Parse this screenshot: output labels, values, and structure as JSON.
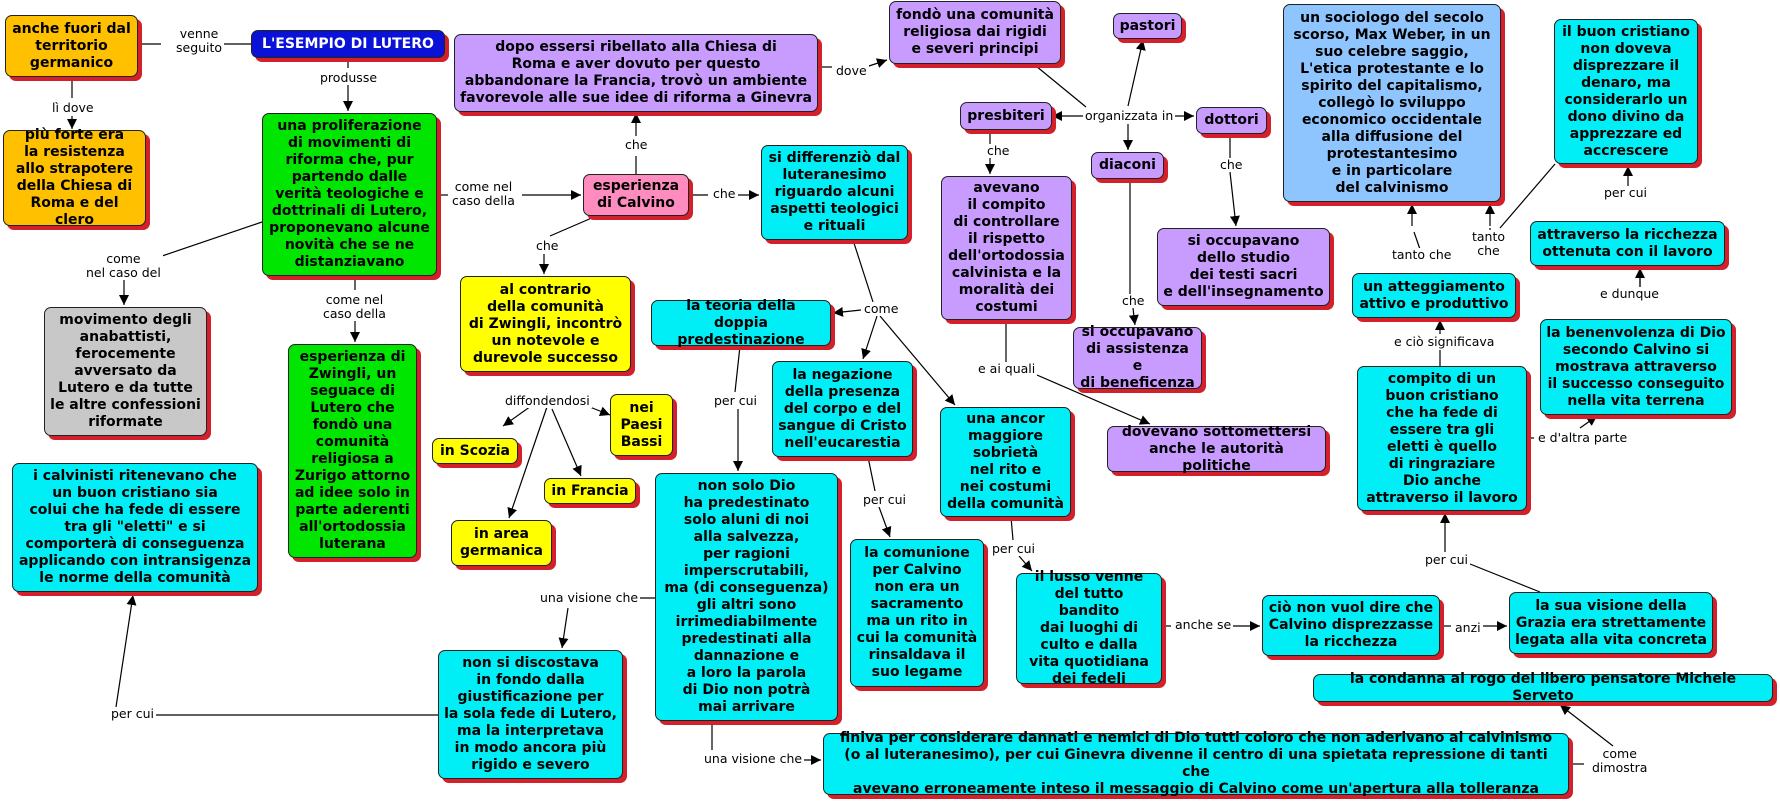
{
  "colors": {
    "blue": "#0a12d8",
    "orange": "#ffc000",
    "green": "#00e600",
    "gray": "#c8c8c8",
    "violet": "#c89bff",
    "pink": "#ff8cbe",
    "cyan": "#00eef5",
    "yellow": "#ffff00",
    "lightblue": "#8fc5ff",
    "shadow": "#d3202a",
    "line": "#000000"
  },
  "nodes": {
    "lutero": "L'ESEMPIO DI LUTERO",
    "fuori": "anche fuori dal\nterritorio\ngermanico",
    "resistenza": "più forte era\nla resistenza\nallo strapotere\ndella Chiesa di\nRoma e del clero",
    "proliferazione": "una proliferazione\ndi movimenti di\nriforma che, pur\npartendo dalle\nverità teologiche e\ndottrinali di Lutero,\nproponevano alcune\nnovità che se ne\ndistanziavano",
    "anabattisti": "movimento degli\nanabattisti,\nferocemente\navversato da\nLutero e da tutte\nle altre confessioni\nriformate",
    "zwingli": "esperienza di\nZwingli, un\nseguace di\nLutero che\nfondò una\ncomunità\nreligiosa a\nZurigo attorno\nad idee solo in\nparte aderenti\nall'ortodossia\nluterana",
    "calvinisti": "i calvinisti ritenevano che\nun buon cristiano sia\ncolui che ha fede di essere\ntra gli \"eletti\" e si\ncomporterà di conseguenza\napplicando con intransigenza\nle norme della comunità",
    "ginevra": "dopo essersi ribellato alla Chiesa di\nRoma e aver dovuto per questo\nabbandonare la Francia, trovò un ambiente\nfavorevole alle sue idee di riforma a Ginevra",
    "fondo": "fondò una comunità\nreligiosa dai rigidi\ne severi principi",
    "calvino": "esperienza\ndi Calvino",
    "contrario": "al contrario\ndella comunità\ndi Zwingli, incontrò\nun notevole e\ndurevole successo",
    "scozia": "in Scozia",
    "paesi": "nei\nPaesi\nBassi",
    "francia": "in Francia",
    "germanica": "in area\ngermanica",
    "differenzio": "si differenziò dal\nluteranesimo\nriguardo alcuni\naspetti teologici\ne rituali",
    "predestinazione": "la teoria della doppia\npredestinazione",
    "negazione": "la negazione\ndella presenza\ndel corpo e del\nsangue di Cristo\nnell'eucarestia",
    "sobrieta": "una ancor\nmaggiore\nsobrietà\nnel rito e\nnei costumi\ndella comunità",
    "nonsolo": "non solo Dio\nha predestinato\nsolo aluni di noi\nalla salvezza,\nper ragioni\nimperscrutabili,\nma (di conseguenza)\ngli altri sono\nirrimediabilmente\npredestinati alla\ndannazione e\na loro la parola\ndi Dio non potrà\nmai arrivare",
    "comunione": "la comunione\nper Calvino\nnon era un\nsacramento\nma un rito in\ncui la comunità\nrinsaldava il\nsuo legame",
    "lusso": "il lusso venne\ndel tutto bandito\ndai luoghi di\nculto e dalla\nvita quotidiana\ndei fedeli",
    "discostava": "non si discostava\nin fondo dalla\ngiustificazione per\nla sola fede di Lutero,\nma la interpretava\nin modo ancora più\nrigido e severo",
    "finiva": "finiva per considerare dannati e nemici di Dio tutti coloro che non aderivano al calvinismo\n(o al luteranesimo), per cui Ginevra divenne il centro di una spietata repressione di tanti che\navevano erroneamente inteso il messaggio di Calvino come un'apertura alla tolleranza",
    "pastori": "pastori",
    "presbiteri": "presbiteri",
    "dottori": "dottori",
    "diaconi": "diaconi",
    "avevano": "avevano\nil compito\ndi controllare\nil rispetto\ndell'ortodossia\ncalvinista e la\nmoralità dei\ncostumi",
    "studio": "si occupavano\ndello studio\ndei testi sacri\ne dell'insegnamento",
    "assistenza": "si occupavano\ndi assistenza e\ndi beneficenza",
    "sottomettersi": "dovevano sottomettersi\nanche le autorità politiche",
    "weber": "un sociologo del secolo\nscorso, Max Weber, in un\nsuo celebre saggio,\nL'etica protestante e lo\nspirito del capitalismo,\ncollegò lo sviluppo\neconomico occidentale\nalla diffusione del\nprotestantesimo\ne in particolare\ndel calvinismo",
    "denaro": "il buon cristiano\nnon doveva\ndisprezzare il\ndenaro, ma\nconsiderarlo un\ndono divino da\napprezzare ed\naccrescere",
    "ricchezzalavoro": "attraverso la ricchezza\nottenuta con il lavoro",
    "atteggiamento": "un atteggiamento\nattivo e produttivo",
    "benevolenza": "la benenvolenza di Dio\nsecondo Calvino si\nmostrava attraverso\nil successo conseguito\nnella vita terrena",
    "compito": "compito di un\nbuon cristiano\nche ha fede di\nessere tra gli\neletti è quello\ndi ringraziare\nDio anche\nattraverso il lavoro",
    "disprezzasse": "ciò non vuol dire che\nCalvino disprezzasse\nla ricchezza",
    "grazia": "la sua visione della\nGrazia era strettamente\nlegata alla vita concreta",
    "serveto": "la condanna al rogo del libero pensatore Michele Serveto"
  },
  "labels": {
    "venne_seguito": "venne\nseguito",
    "li_dove": "lì dove",
    "produsse": "produsse",
    "come_caso_calvino": "come nel\ncaso della",
    "come_caso_anabattisti": "come\nnel caso del",
    "come_caso_zwingli": "come nel\ncaso della",
    "che_ginevra": "che",
    "dove": "dove",
    "che_contrario": "che",
    "che_differenzio": "che",
    "diffondendosi": "diffondendosi",
    "come_teorie": "come",
    "per_cui_nonsolo": "per cui",
    "per_cui_comunione": "per cui",
    "per_cui_lusso": "per cui",
    "una_visione_che_1": "una visione che",
    "una_visione_che_2": "una visione che",
    "per_cui_calvinisti": "per cui",
    "organizzata_in": "organizzata in",
    "che_avevano": "che",
    "che_studio": "che",
    "che_assistenza": "che",
    "e_ai_quali": "e ai quali",
    "anche_se": "anche se",
    "anzi": "anzi",
    "per_cui_compito": "per cui",
    "e_cio_significava": "e ciò significava",
    "tanto_che_1": "tanto che",
    "tanto_che_2": "tanto\nche",
    "per_cui_denaro": "per cui",
    "e_dunque": "e dunque",
    "e_daltra_parte": "e d'altra parte",
    "come_dimostra": "come\ndimostra"
  }
}
